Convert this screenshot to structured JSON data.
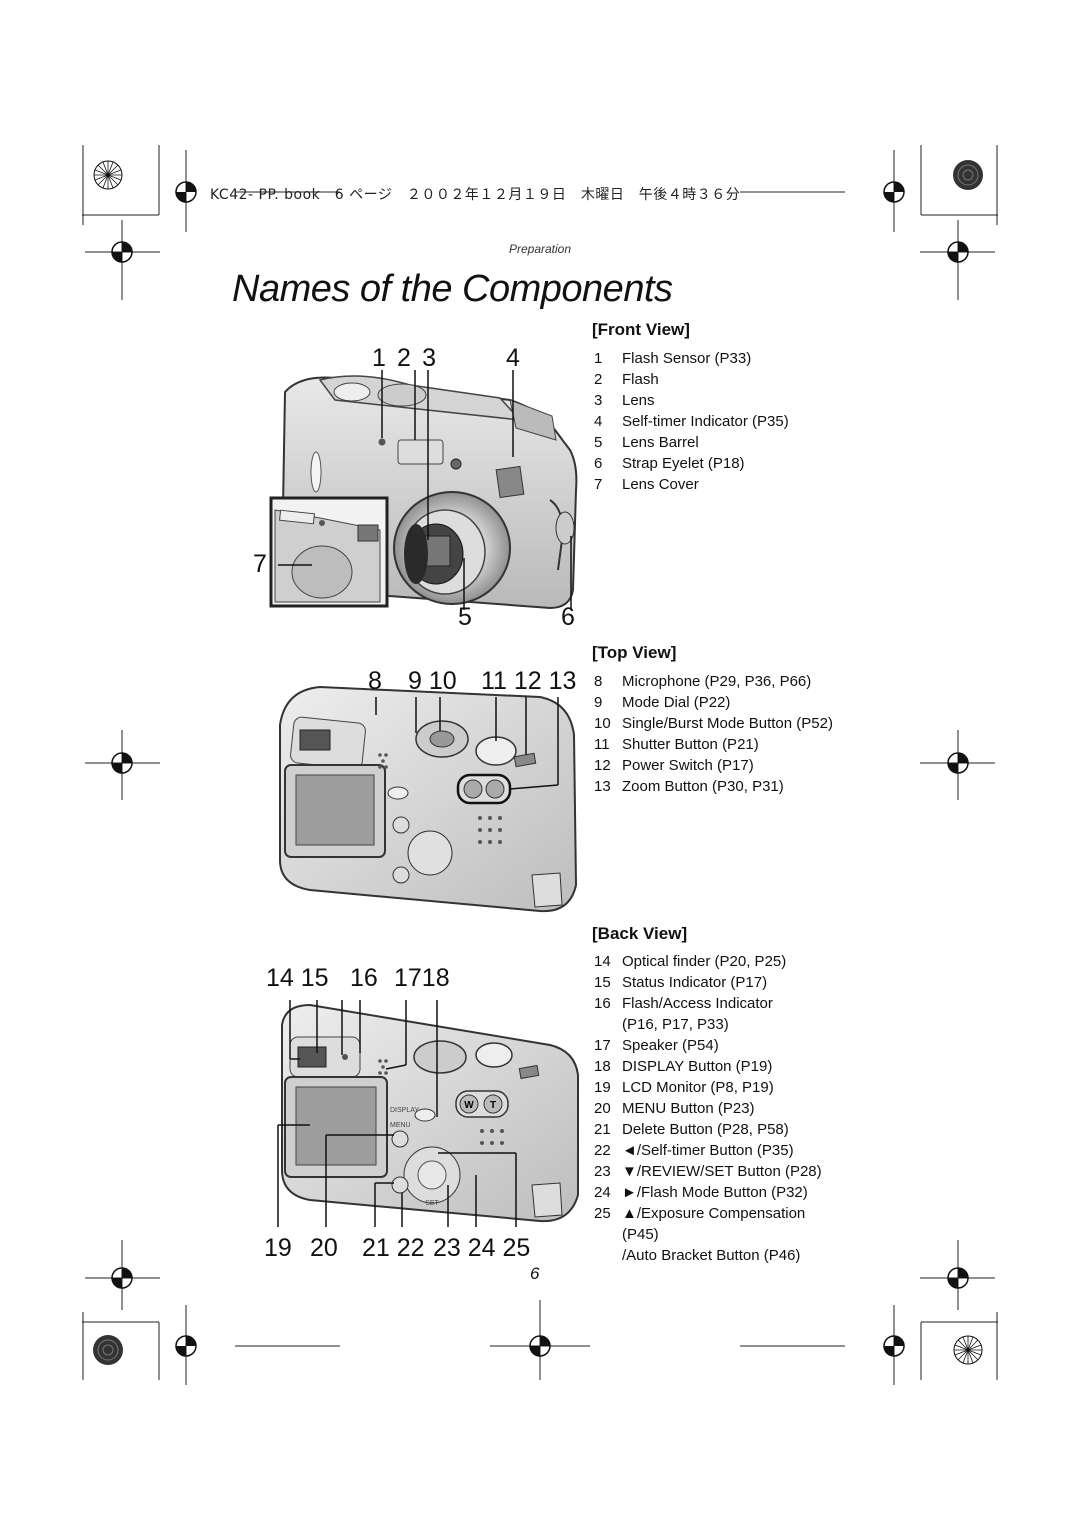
{
  "header": {
    "file_line": "KC42- PP. book　6 ページ　２００２年１２月１９日　木曜日　午後４時３６分",
    "running_head": "Preparation"
  },
  "title": "Names of the Components",
  "page_number": "6",
  "front_view": {
    "title": "[Front View]",
    "callouts_top": [
      "1",
      "2",
      "3",
      "4"
    ],
    "callouts_side": [
      "7"
    ],
    "callouts_bottom": [
      "5",
      "6"
    ],
    "items": [
      {
        "num": "1",
        "label": "Flash Sensor (P33)"
      },
      {
        "num": "2",
        "label": "Flash"
      },
      {
        "num": "3",
        "label": "Lens"
      },
      {
        "num": "4",
        "label": "Self-timer Indicator (P35)"
      },
      {
        "num": "5",
        "label": "Lens Barrel"
      },
      {
        "num": "6",
        "label": "Strap Eyelet (P18)"
      },
      {
        "num": "7",
        "label": "Lens Cover"
      }
    ]
  },
  "top_view": {
    "title": "[Top View]",
    "callouts": [
      "8",
      "9 10",
      "11 12 13"
    ],
    "items": [
      {
        "num": "8",
        "label": "Microphone (P29, P36, P66)"
      },
      {
        "num": "9",
        "label": "Mode Dial (P22)"
      },
      {
        "num": "10",
        "label": "Single/Burst Mode Button (P52)"
      },
      {
        "num": "11",
        "label": "Shutter Button (P21)"
      },
      {
        "num": "12",
        "label": "Power Switch (P17)"
      },
      {
        "num": "13",
        "label": "Zoom Button (P30, P31)"
      }
    ]
  },
  "back_view": {
    "title": "[Back View]",
    "callouts_top": [
      "14 15",
      "16",
      "1718"
    ],
    "callouts_bottom": [
      "19",
      "20",
      "21 22",
      "23 24 25"
    ],
    "camera_labels": {
      "display": "DISPLAY",
      "menu": "MENU",
      "set": "SET",
      "wide": "W",
      "tele": "T"
    },
    "items": [
      {
        "num": "14",
        "label": "Optical finder (P20, P25)"
      },
      {
        "num": "15",
        "label": "Status Indicator (P17)"
      },
      {
        "num": "16",
        "label": "Flash/Access Indicator"
      },
      {
        "num": "",
        "label": "(P16, P17, P33)"
      },
      {
        "num": "17",
        "label": "Speaker (P54)"
      },
      {
        "num": "18",
        "label": "DISPLAY Button (P19)"
      },
      {
        "num": "19",
        "label": "LCD Monitor (P8, P19)"
      },
      {
        "num": "20",
        "label": "MENU Button (P23)"
      },
      {
        "num": "21",
        "label": "Delete Button (P28, P58)"
      },
      {
        "num": "22",
        "label": "◄/Self-timer Button (P35)"
      },
      {
        "num": "23",
        "label": "▼/REVIEW/SET Button (P28)"
      },
      {
        "num": "24",
        "label": "►/Flash Mode Button (P32)"
      },
      {
        "num": "25",
        "label": "▲/Exposure Compensation"
      },
      {
        "num": "",
        "label": "(P45)"
      },
      {
        "num": "",
        "label": "/Auto Bracket Button (P46)"
      }
    ]
  }
}
